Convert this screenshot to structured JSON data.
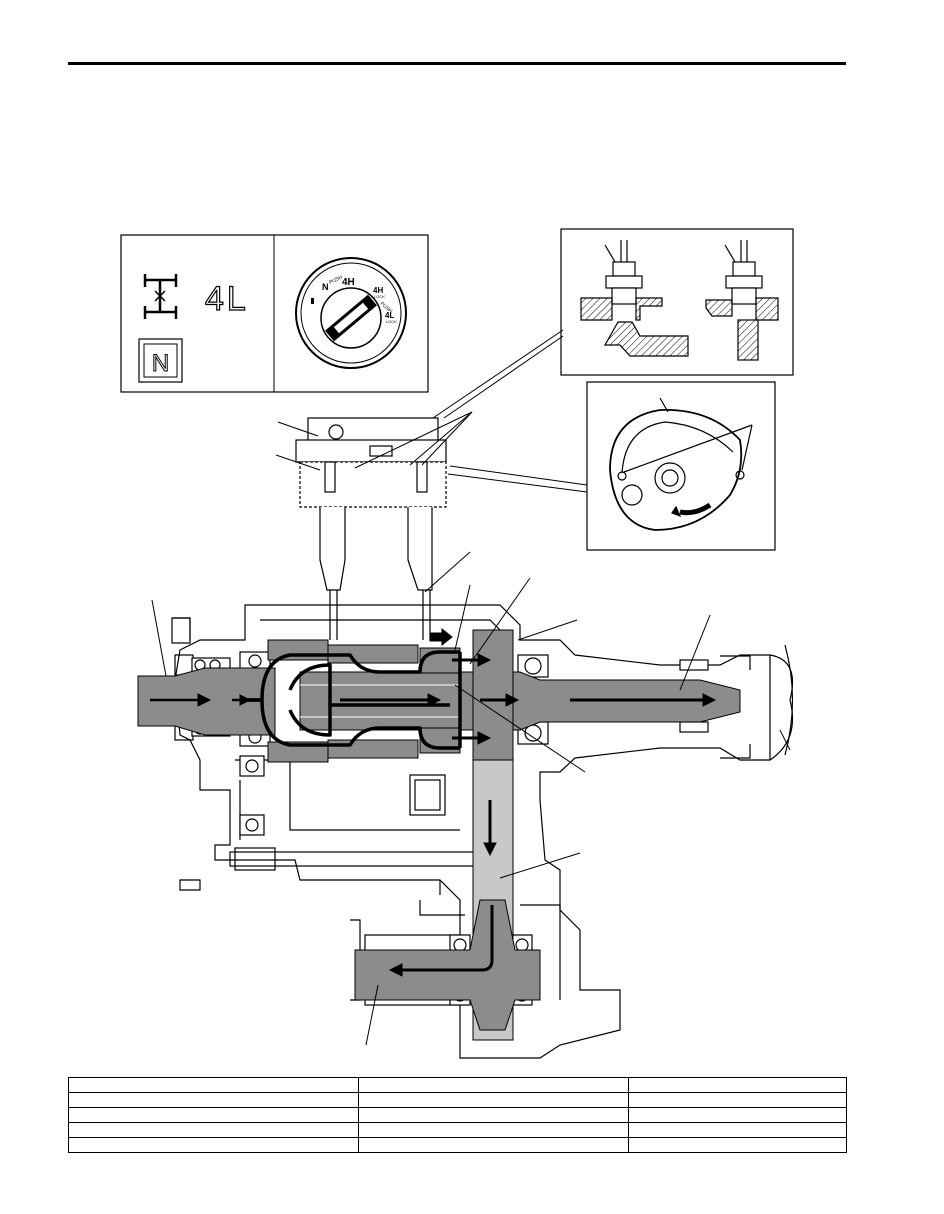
{
  "mode_indicator": {
    "range_text": "4L",
    "neutral_letter": "N"
  },
  "selector_knob": {
    "label_n": "N",
    "label_push_1": "PUSH",
    "label_4h": "4H",
    "label_4h_sub": "4H",
    "label_lock_1": "LOCK",
    "label_push_2": "PUSH",
    "label_4l": "4L",
    "label_lock_2": "LOCK"
  },
  "colors": {
    "line": "#000000",
    "shaded": "#8c8c8c",
    "light_shaded": "#c8c8c8",
    "background": "#ffffff"
  },
  "legend_table": {
    "rows": [
      [
        "",
        "",
        ""
      ],
      [
        "",
        "",
        ""
      ],
      [
        "",
        "",
        ""
      ],
      [
        "",
        "",
        ""
      ],
      [
        "",
        "",
        ""
      ]
    ]
  }
}
